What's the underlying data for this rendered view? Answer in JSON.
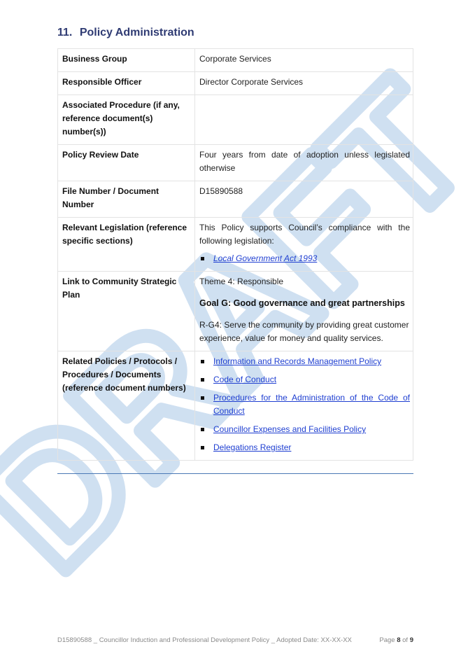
{
  "watermark": {
    "text": "DRAFT",
    "color": "#cfe0f1"
  },
  "section": {
    "number": "11.",
    "title": "Policy Administration"
  },
  "rows": {
    "business_group": {
      "label": "Business Group",
      "value": "Corporate Services"
    },
    "responsible_officer": {
      "label": "Responsible Officer",
      "value": "Director Corporate Services"
    },
    "associated_procedure": {
      "label": "Associated Procedure (if any, reference document(s) number(s))",
      "value": ""
    },
    "review_date": {
      "label": "Policy Review Date",
      "value": "Four years from date of adoption unless legislated otherwise"
    },
    "file_number": {
      "label": "File Number / Document Number",
      "value": "D15890588"
    },
    "legislation": {
      "label": "Relevant Legislation (reference specific sections)",
      "value": "This Policy supports Council’s compliance with the following legislation:",
      "items": [
        "Local Government Act 1993"
      ]
    },
    "strategic_plan": {
      "label": "Link to Community Strategic Plan",
      "theme": "Theme 4: Responsible",
      "goal": "Goal G: Good governance and great partnerships",
      "objective": "R-G4: Serve the community by providing great customer experience, value for money and quality services."
    },
    "related_policies": {
      "label": "Related Policies / Protocols / Procedures / Documents (reference document numbers)",
      "items": [
        "Information and Records Management Policy",
        "Code of Conduct",
        "Procedures for the Administration of the Code of Conduct",
        "Councillor Expenses and Facilities Policy",
        "Delegations Register"
      ]
    }
  },
  "footer": {
    "left": "D15890588 _ Councillor Induction and Professional Development Policy _ Adopted Date: XX-XX-XX",
    "page_prefix": "Page",
    "page_current": "8",
    "page_sep": "of",
    "page_total": "9"
  }
}
